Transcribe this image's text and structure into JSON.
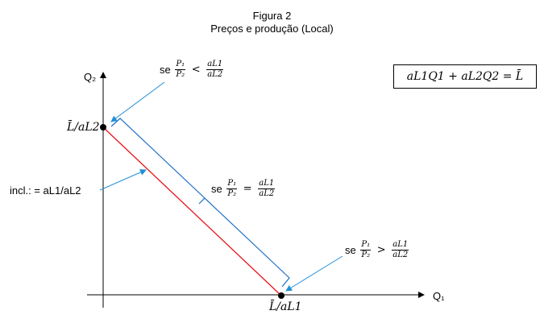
{
  "figure": {
    "title": "Figura 2",
    "subtitle": "Preços e produção (Local)"
  },
  "equation_box": "aL1Q1 + aL2Q2 = L̄",
  "axes": {
    "y_label": "Q₂",
    "x_label": "Q₁",
    "y_intercept_label": "L̄/aL2",
    "x_intercept_label": "L̄/aL1"
  },
  "slope_label": "incl.: = aL1/aL2",
  "conditions": {
    "less": {
      "se": "se",
      "num": "P₁",
      "den": "P₂",
      "rel": "<",
      "num2": "aL1",
      "den2": "aL2"
    },
    "equal": {
      "se": "se",
      "num": "P₁",
      "den": "P₂",
      "rel": "=",
      "num2": "aL1",
      "den2": "aL2"
    },
    "greater": {
      "se": "se",
      "num": "P₁",
      "den": "P₂",
      "rel": ">",
      "num2": "aL1",
      "den2": "aL2"
    }
  },
  "colors": {
    "budget_line": "#e8141b",
    "bracket": "#1f6fc4",
    "arrow": "#1f8fd6",
    "axis": "#000000"
  }
}
